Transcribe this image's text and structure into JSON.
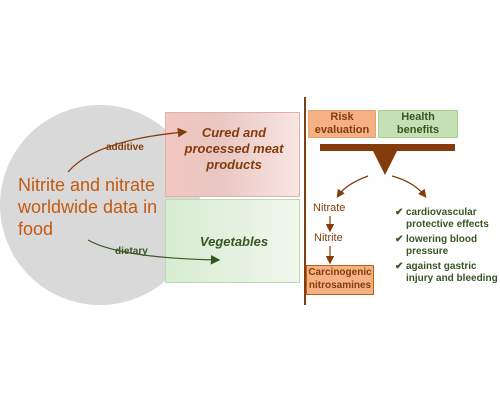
{
  "circle": {
    "text": "Nitrite and nitrate worldwide data in food"
  },
  "sources": [
    {
      "label": "additive",
      "box_text": "Cured and processed meat products"
    },
    {
      "label": "dietary",
      "box_text": "Vegetables"
    }
  ],
  "balance": {
    "left_label": "Risk evaluation",
    "right_label": "Health benefits"
  },
  "risk_path": {
    "step1": "Nitrate",
    "step2": "Nitrite",
    "result": "Carcinogenic nitrosamines"
  },
  "benefits": [
    "cardiovascular protective effects",
    "lowering blood pressure",
    "against gastric injury and bleeding"
  ],
  "colors": {
    "accent_brown": "#843c0c",
    "orange_text": "#c55a11",
    "green_text": "#375623",
    "risk_fill": "#f4b183",
    "benefit_fill": "#c5e0b4",
    "circle_fill": "#d9d9d9"
  },
  "icons": {
    "benefit_bullet": "check-icon"
  }
}
